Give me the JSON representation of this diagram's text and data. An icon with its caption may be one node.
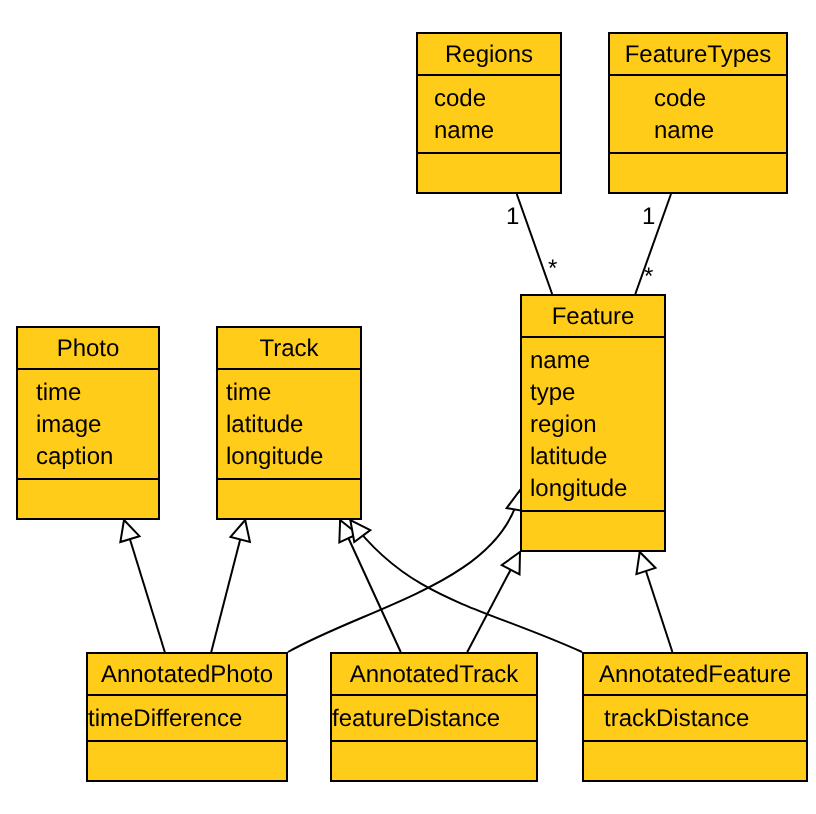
{
  "diagram": {
    "nodes": [
      {
        "text": [
          "Regions",
          "code",
          "name"
        ]
      },
      {
        "text": [
          "FeatureTypes",
          "code",
          "name"
        ]
      },
      {
        "text": [
          "Photo",
          "time",
          "image",
          "caption"
        ]
      },
      {
        "text": [
          "Track",
          "time",
          "latitude",
          "longitude"
        ]
      },
      {
        "text": [
          "Feature",
          "name",
          "type",
          "region",
          "latitude",
          "longitude"
        ]
      },
      {
        "text": [
          "AnnotatedPhoto",
          "timeDifference"
        ]
      },
      {
        "text": [
          "AnnotatedTrack",
          "featureDistance"
        ]
      },
      {
        "text": [
          "AnnotatedFeature",
          "trackDistance"
        ]
      }
    ],
    "edges": [
      {
        "from": 5,
        "to": 2,
        "arrow": "to"
      },
      {
        "from": 5,
        "to": 3,
        "arrow": "to"
      },
      {
        "from": 5,
        "to": 4,
        "arrow": "to"
      },
      {
        "from": 6,
        "to": 3,
        "arrow": "to"
      },
      {
        "from": 6,
        "to": 4,
        "arrow": "to"
      },
      {
        "from": 7,
        "to": 3,
        "arrow": "to"
      },
      {
        "from": 7,
        "to": 4,
        "arrow": "to"
      },
      {
        "from": 0,
        "to": 4,
        "arrow": "none"
      },
      {
        "from": 1,
        "to": 4,
        "arrow": "none"
      }
    ],
    "labels": [
      "1",
      "*",
      "1",
      "*"
    ]
  }
}
